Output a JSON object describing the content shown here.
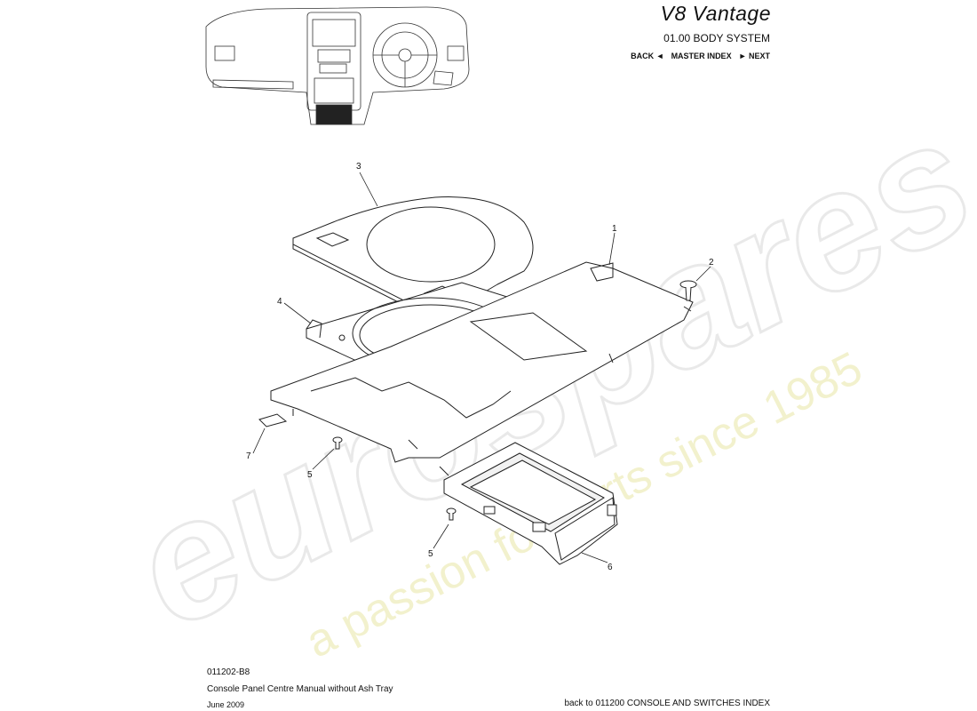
{
  "header": {
    "brand": "V8 Vantage",
    "section": "01.00 BODY SYSTEM",
    "nav": {
      "back": "BACK ◄",
      "master_index": "MASTER INDEX",
      "next": "► NEXT"
    }
  },
  "diagram": {
    "callouts": [
      "1",
      "2",
      "3",
      "4",
      "5",
      "5",
      "6",
      "7"
    ]
  },
  "footer": {
    "code": "011202-B8",
    "title": "Console Panel Centre Manual without Ash Tray",
    "date": "June 2009",
    "back_link": "back to 011200 CONSOLE AND SWITCHES INDEX"
  },
  "watermark": {
    "brand": "eurospares",
    "tagline": "a passion for parts since 1985"
  }
}
